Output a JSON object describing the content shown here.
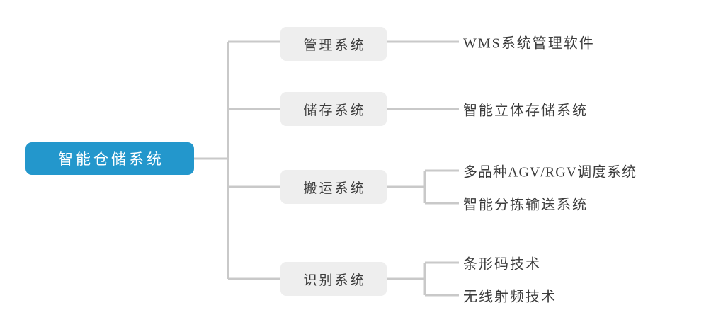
{
  "diagram": {
    "title": "智能仓储系统",
    "type": "tree-mindmap",
    "colors": {
      "root_fill": "#2397cc",
      "root_text": "#ffffff",
      "branch_fill": "#eeeeee",
      "branch_text": "#3c3c3c",
      "leaf_text": "#3c3c3c",
      "connector": "#c9c9c9",
      "background": "#ffffff"
    },
    "root": {
      "label": "智能仓储系统"
    },
    "branches": [
      {
        "label": "管理系统",
        "leaves": [
          {
            "label": "WMS系统管理软件"
          }
        ]
      },
      {
        "label": "储存系统",
        "leaves": [
          {
            "label": "智能立体存储系统"
          }
        ]
      },
      {
        "label": "搬运系统",
        "leaves": [
          {
            "label": "多品种AGV/RGV调度系统"
          },
          {
            "label": "智能分拣输送系统"
          }
        ]
      },
      {
        "label": "识别系统",
        "leaves": [
          {
            "label": "条形码技术"
          },
          {
            "label": "无线射频技术"
          }
        ]
      }
    ]
  }
}
